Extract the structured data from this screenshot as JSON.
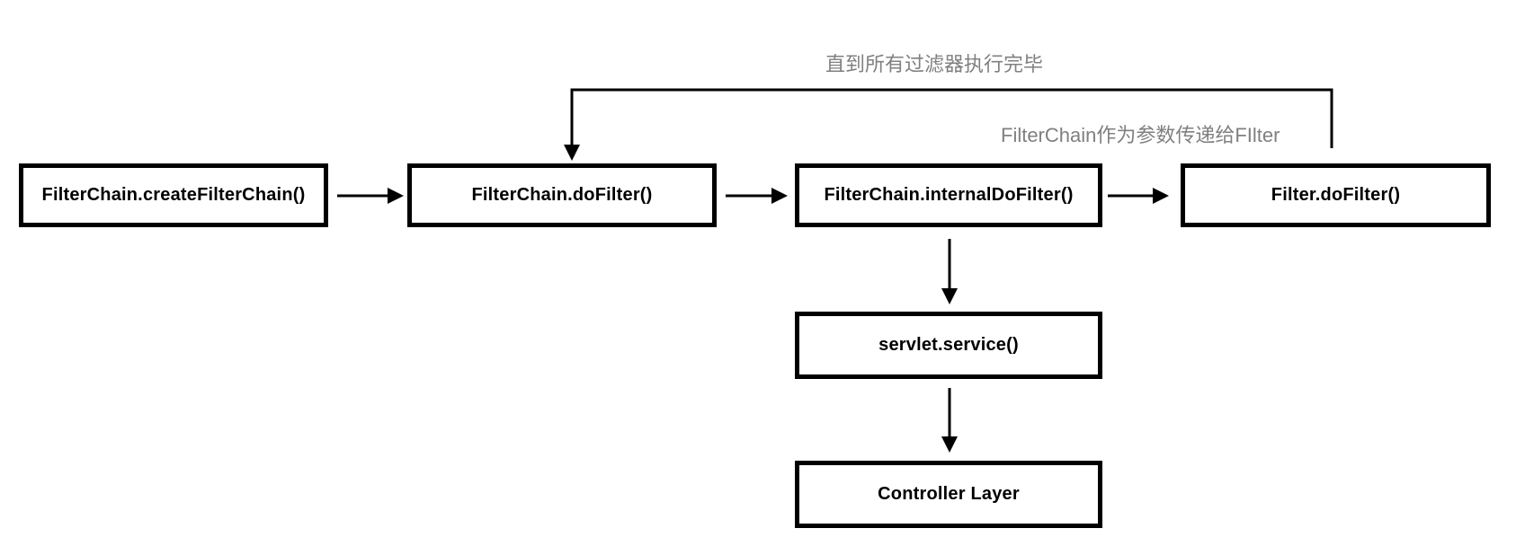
{
  "diagram": {
    "type": "flowchart",
    "background_color": "#ffffff",
    "box_border_color": "#000000",
    "box_text_color": "#000000",
    "arrow_color": "#000000",
    "annotation_color": "#808080",
    "nodes": [
      {
        "id": "filterchain-createfilterchain",
        "label": "FilterChain.createFilterChain()"
      },
      {
        "id": "filterchain-dofilter",
        "label": "FilterChain.doFilter()"
      },
      {
        "id": "filterchain-internaldofilter",
        "label": "FilterChain.internalDoFilter()"
      },
      {
        "id": "filter-dofilter",
        "label": "Filter.doFilter()"
      },
      {
        "id": "servlet-service",
        "label": "servlet.service()"
      },
      {
        "id": "controller-layer",
        "label": "Controller Layer"
      }
    ],
    "annotations": [
      {
        "id": "loop-note",
        "text": "直到所有过滤器执行完毕"
      },
      {
        "id": "param-note",
        "text": "FilterChain作为参数传递给FIlter"
      }
    ],
    "edges": [
      {
        "from": "FilterChain.createFilterChain()",
        "to": "FilterChain.doFilter()",
        "style": "arrow-right"
      },
      {
        "from": "FilterChain.doFilter()",
        "to": "FilterChain.internalDoFilter()",
        "style": "arrow-right"
      },
      {
        "from": "FilterChain.internalDoFilter()",
        "to": "Filter.doFilter()",
        "style": "arrow-right"
      },
      {
        "from": "FilterChain.internalDoFilter()",
        "to": "servlet.service()",
        "style": "arrow-down"
      },
      {
        "from": "servlet.service()",
        "to": "Controller Layer",
        "style": "arrow-down"
      },
      {
        "from": "Filter.doFilter()",
        "to": "FilterChain.doFilter()",
        "style": "loop-back-top",
        "note": "直到所有过滤器执行完毕"
      }
    ]
  }
}
